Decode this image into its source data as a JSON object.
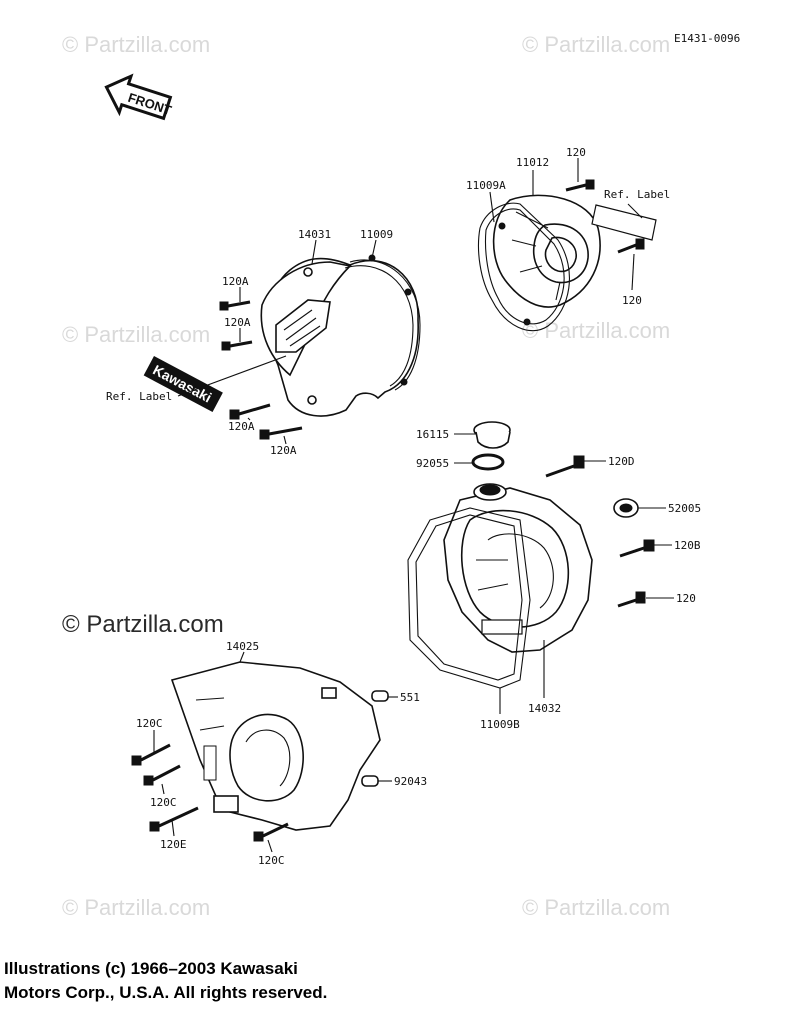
{
  "diagram": {
    "code": "E1431-0096",
    "front_arrow": "FRONT",
    "watermark": "© Partzilla.com",
    "emblem_text": "Kawasaki",
    "labels": {
      "p14031": "14031",
      "p11009": "11009",
      "p120A_1": "120A",
      "p120A_2": "120A",
      "p120A_3": "120A",
      "p120A_4": "120A",
      "ref_label_1": "Ref. Label",
      "p11012": "11012",
      "p120_top": "120",
      "p11009A": "11009A",
      "ref_label_2": "Ref. Label",
      "p120_mid": "120",
      "p16115": "16115",
      "p92055": "92055",
      "p120D": "120D",
      "p52005": "52005",
      "p120B": "120B",
      "p120_low": "120",
      "p14025": "14025",
      "p551": "551",
      "p120C_1": "120C",
      "p120C_2": "120C",
      "p92043": "92043",
      "p120E": "120E",
      "p120C_3": "120C",
      "p11009B": "11009B",
      "p14032": "14032"
    }
  },
  "copyright": {
    "line1": "Illustrations (c) 1966–2003 Kawasaki",
    "line2": "Motors Corp., U.S.A.  All rights reserved."
  }
}
